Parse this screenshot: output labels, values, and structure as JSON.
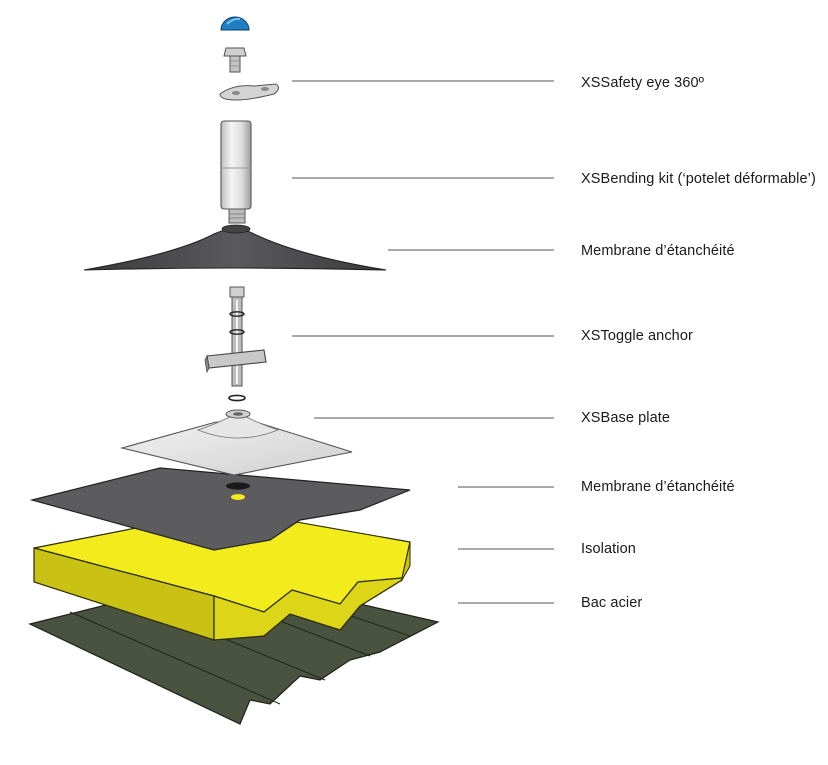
{
  "labels": [
    {
      "id": "xssafety-eye",
      "text": "XSSafety eye 360º"
    },
    {
      "id": "xsbending-kit",
      "text": "XSBending kit (‘potelet déformable’)"
    },
    {
      "id": "membrane-top",
      "text": "Membrane d’étanchéité"
    },
    {
      "id": "xstoggle-anchor",
      "text": "XSToggle anchor"
    },
    {
      "id": "xsbase-plate",
      "text": "XSBase plate"
    },
    {
      "id": "membrane-bottom",
      "text": "Membrane d’étanchéité"
    },
    {
      "id": "isolation",
      "text": "Isolation"
    },
    {
      "id": "bac-acier",
      "text": "Bac acier"
    }
  ],
  "colors": {
    "cap_blue": "#1f7fc4",
    "membrane_dark": "#4a4a4c",
    "membrane_sheet": "#5c5c5e",
    "insulation_top": "#f2ec1c",
    "insulation_side": "#c9c214",
    "steel_deck": "#4a5240",
    "metal": "#d9d9d9",
    "leader_line": "#555555"
  }
}
